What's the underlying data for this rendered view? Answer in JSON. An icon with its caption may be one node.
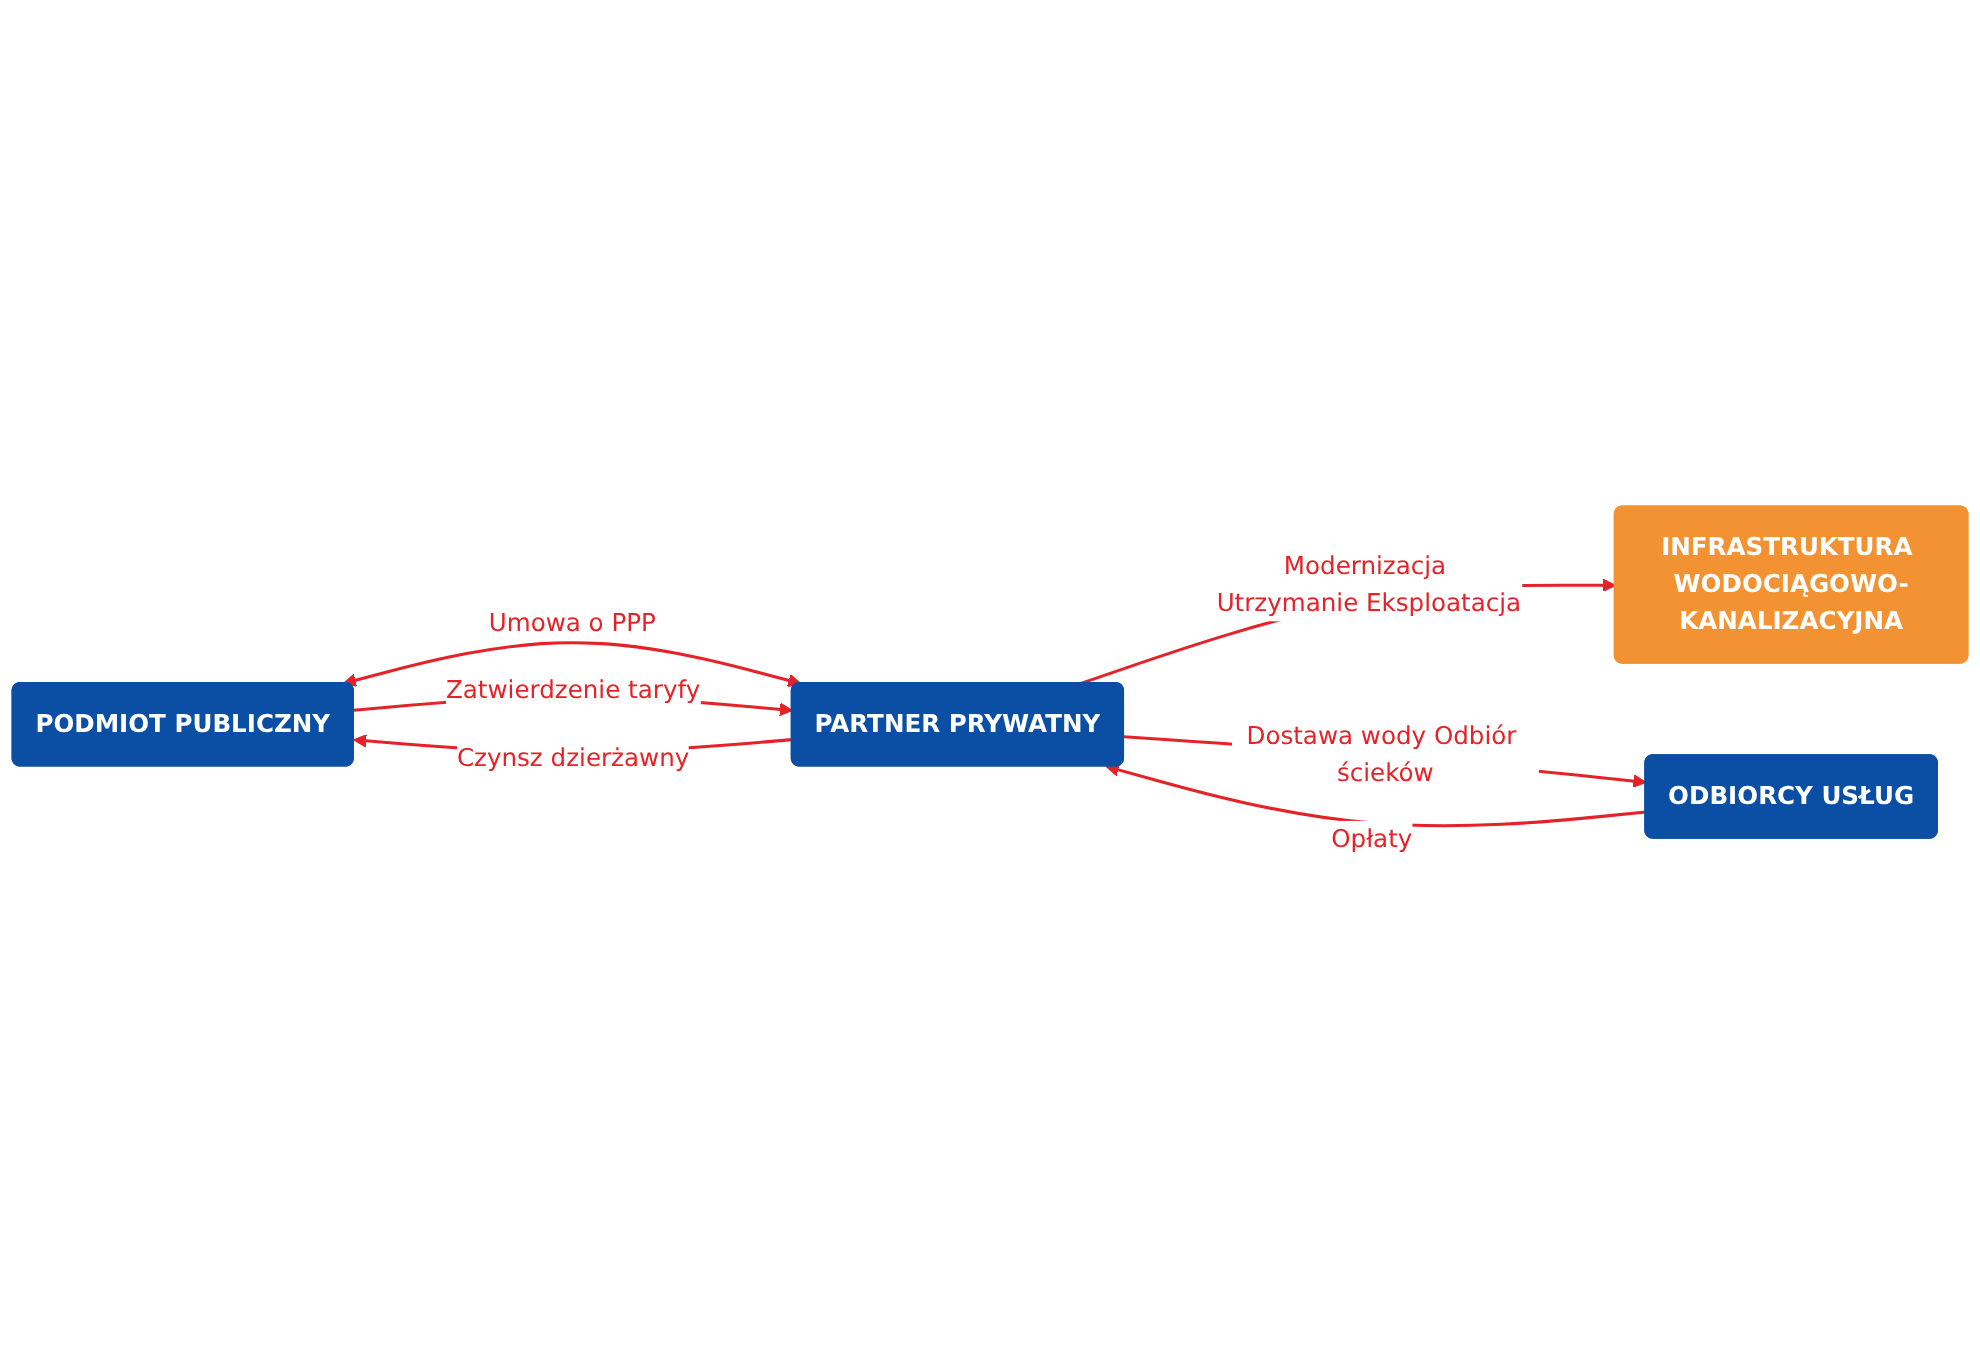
{
  "diagram": {
    "nodes": [
      {
        "text": [
          "PODMIOT PUBLICZNY"
        ]
      },
      {
        "text": [
          "PARTNER PRYWATNY"
        ]
      },
      {
        "text": [
          "INFRASTRUKTURA WODOCIĄGOWO-KANALIZACYJNA"
        ]
      },
      {
        "text": [
          "ODBIORCY USŁUG"
        ]
      }
    ],
    "edges": [
      {
        "from": 0,
        "to": 1,
        "arrow": "both",
        "label": "Umowa o PPP"
      },
      {
        "from": 0,
        "to": 1,
        "arrow": "to",
        "label": "Zatwierdzenie taryfy"
      },
      {
        "from": 1,
        "to": 0,
        "arrow": "to",
        "label": "Czynsz dzierżawny"
      },
      {
        "from": 1,
        "to": 2,
        "arrow": "to",
        "label": "Modernizacja Utrzymanie Eksploatacja"
      },
      {
        "from": 1,
        "to": 3,
        "arrow": "to",
        "label": "Dostawa wody Odbiór ścieków"
      },
      {
        "from": 3,
        "to": 1,
        "arrow": "to",
        "label": "Opłaty"
      }
    ]
  }
}
